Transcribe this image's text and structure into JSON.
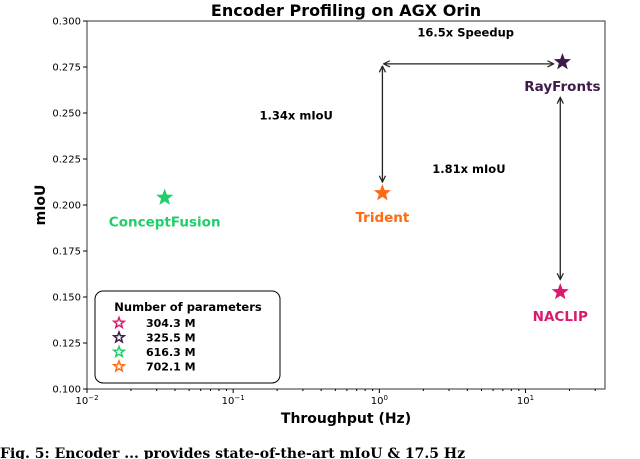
{
  "chart_data": {
    "type": "scatter",
    "title": "Encoder Profiling on AGX Orin",
    "xlabel": "Throughput (Hz)",
    "ylabel": "mIoU",
    "xscale": "log",
    "xlim": [
      0.01,
      35
    ],
    "ylim": [
      0.1,
      0.3
    ],
    "xticks": [
      {
        "value": 0.01,
        "base": "10",
        "exp": "−2"
      },
      {
        "value": 0.1,
        "base": "10",
        "exp": "−1"
      },
      {
        "value": 1,
        "base": "10",
        "exp": "0"
      },
      {
        "value": 10,
        "base": "10",
        "exp": "1"
      }
    ],
    "yticks": [
      {
        "value": 0.1,
        "label": "0.100"
      },
      {
        "value": 0.125,
        "label": "0.125"
      },
      {
        "value": 0.15,
        "label": "0.150"
      },
      {
        "value": 0.175,
        "label": "0.175"
      },
      {
        "value": 0.2,
        "label": "0.200"
      },
      {
        "value": 0.225,
        "label": "0.225"
      },
      {
        "value": 0.25,
        "label": "0.250"
      },
      {
        "value": 0.275,
        "label": "0.275"
      },
      {
        "value": 0.3,
        "label": "0.300"
      }
    ],
    "grid": false,
    "marker": "star",
    "points": [
      {
        "name": "ConceptFusion",
        "x": 0.034,
        "y": 0.204,
        "color": "#1fcf68",
        "params": "616.3 M"
      },
      {
        "name": "Trident",
        "x": 1.05,
        "y": 0.2065,
        "color": "#ff6a13",
        "params": "702.1 M"
      },
      {
        "name": "RayFronts",
        "x": 17.9,
        "y": 0.2777,
        "color": "#3e1b4a",
        "params": "325.5 M"
      },
      {
        "name": "NACLIP",
        "x": 17.3,
        "y": 0.1527,
        "color": "#d81b6f",
        "params": "304.3 M"
      }
    ],
    "annotations": [
      {
        "text": "16.5x Speedup",
        "from": [
          1.07,
          0.2767
        ],
        "to": [
          15.6,
          0.2767
        ],
        "text_at": [
          3.9,
          0.2915
        ]
      },
      {
        "text": "1.34x mIoU",
        "from": [
          1.05,
          0.2755
        ],
        "to": [
          1.05,
          0.2125
        ],
        "text_at": [
          0.27,
          0.2465
        ]
      },
      {
        "text": "1.81x mIoU",
        "from": [
          17.3,
          0.2585
        ],
        "to": [
          17.3,
          0.1595
        ],
        "text_at": [
          4.1,
          0.2175
        ]
      }
    ],
    "legend": {
      "title": "Number of parameters",
      "placement": "lower-left",
      "entries": [
        {
          "label": "304.3 M",
          "color": "#d81b6f"
        },
        {
          "label": "325.5 M",
          "color": "#3e1b4a"
        },
        {
          "label": "616.3 M",
          "color": "#1fcf68"
        },
        {
          "label": "702.1 M",
          "color": "#ff6a13"
        }
      ]
    }
  },
  "caption": "Fig. 5: Encoder ... provides state-of-the-art mIoU & 17.5 Hz"
}
